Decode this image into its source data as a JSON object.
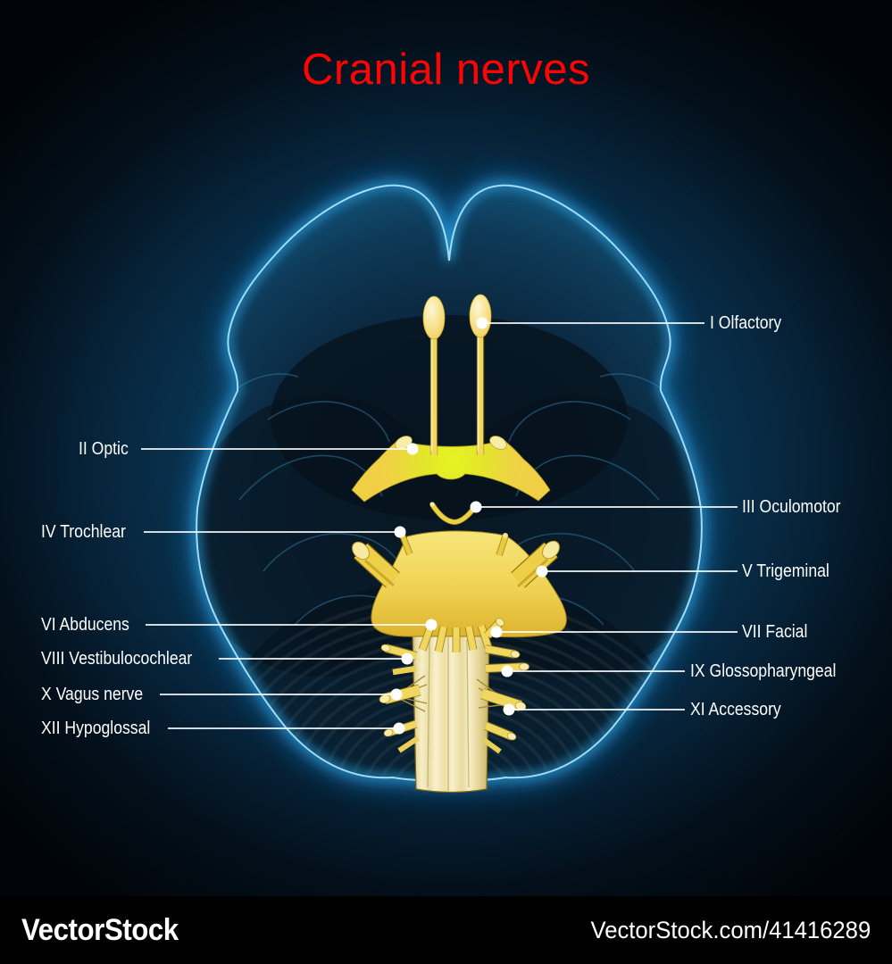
{
  "title": "Cranial nerves",
  "nerves": {
    "left": [
      {
        "label": "II Optic"
      },
      {
        "label": "IV Trochlear"
      },
      {
        "label": "VI Abducens"
      },
      {
        "label": "VIII Vestibulocochlear"
      },
      {
        "label": "X Vagus nerve"
      },
      {
        "label": "XII Hypoglossal"
      }
    ],
    "right": [
      {
        "label": "I Olfactory"
      },
      {
        "label": "III Oculomotor"
      },
      {
        "label": "V Trigeminal"
      },
      {
        "label": "VII Facial"
      },
      {
        "label": "IX Glossopharyngeal"
      },
      {
        "label": "XI Accessory"
      }
    ]
  },
  "watermark": {
    "logo": "VectorStock",
    "credit": "VectorStock.com/41416289"
  },
  "colors": {
    "title": "#fb0404",
    "label_text": "#ffffff",
    "leader_line": "#ffffff",
    "background": "#0a3a59",
    "brain_glow": "#2fa9e6",
    "brain_rim": "#a6e2ff",
    "nerve_yellow": "#eed04e",
    "optic_chiasm_green": "#e6f521",
    "footer_bg": "#000000"
  }
}
